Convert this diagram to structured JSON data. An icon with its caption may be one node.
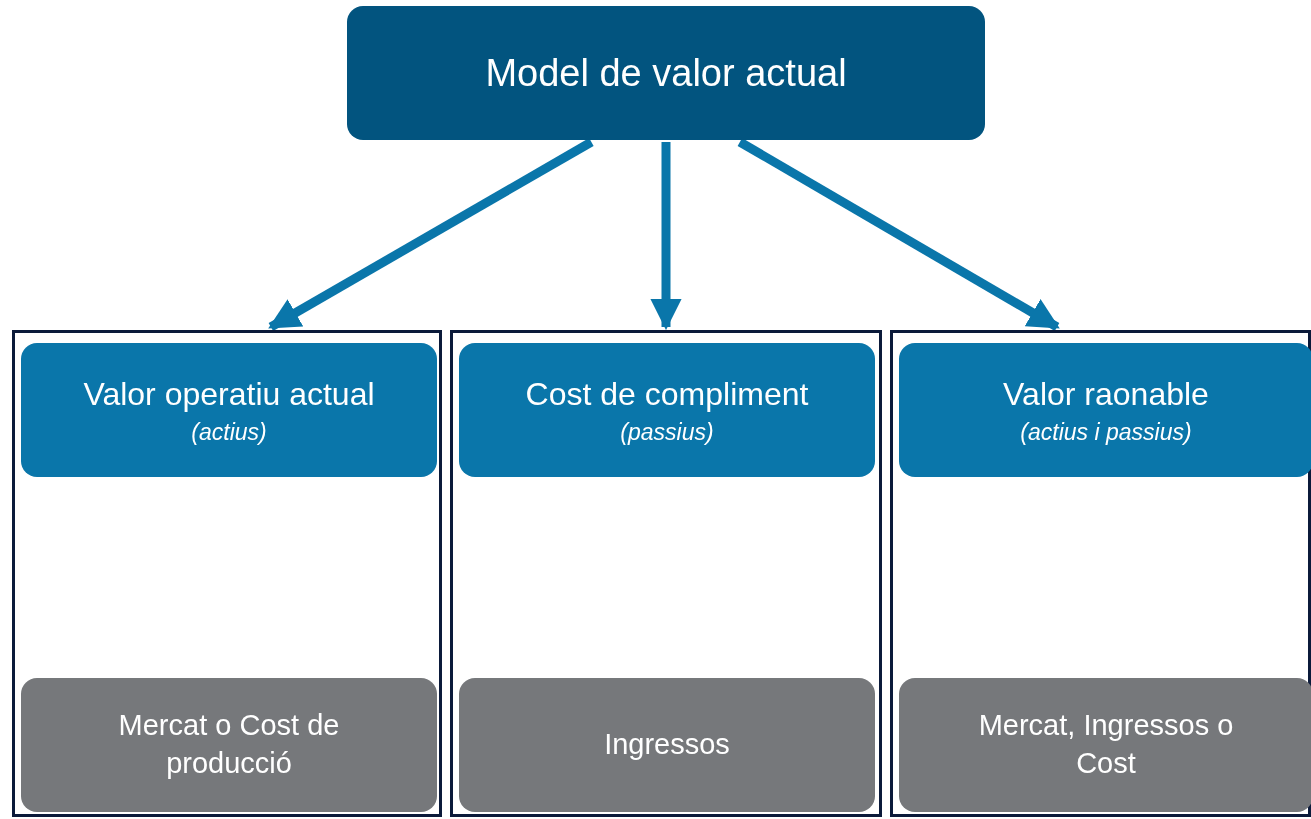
{
  "diagram": {
    "nodes": [
      {
        "text": [
          "Model de valor actual"
        ]
      },
      {
        "text": [],
        "shape": "box"
      },
      {
        "text": [
          "Valor operatiu actual",
          "(actius)"
        ],
        "in": 1
      },
      {
        "text": [
          "Mercat o Cost de producció"
        ],
        "in": 1
      },
      {
        "text": [],
        "shape": "box"
      },
      {
        "text": [
          "Cost de compliment",
          "(passius)"
        ],
        "in": 4
      },
      {
        "text": [
          "Ingressos"
        ],
        "in": 4
      },
      {
        "text": [],
        "shape": "box"
      },
      {
        "text": [
          "Valor raonable",
          "(actius i passius)"
        ],
        "in": 7
      },
      {
        "text": [
          "Mercat, Ingressos o Cost"
        ],
        "in": 7
      }
    ],
    "edges": [
      {
        "from": 0,
        "to": 1,
        "arrow": "to"
      },
      {
        "from": 0,
        "to": 4,
        "arrow": "to"
      },
      {
        "from": 0,
        "to": 7,
        "arrow": "to"
      }
    ]
  }
}
